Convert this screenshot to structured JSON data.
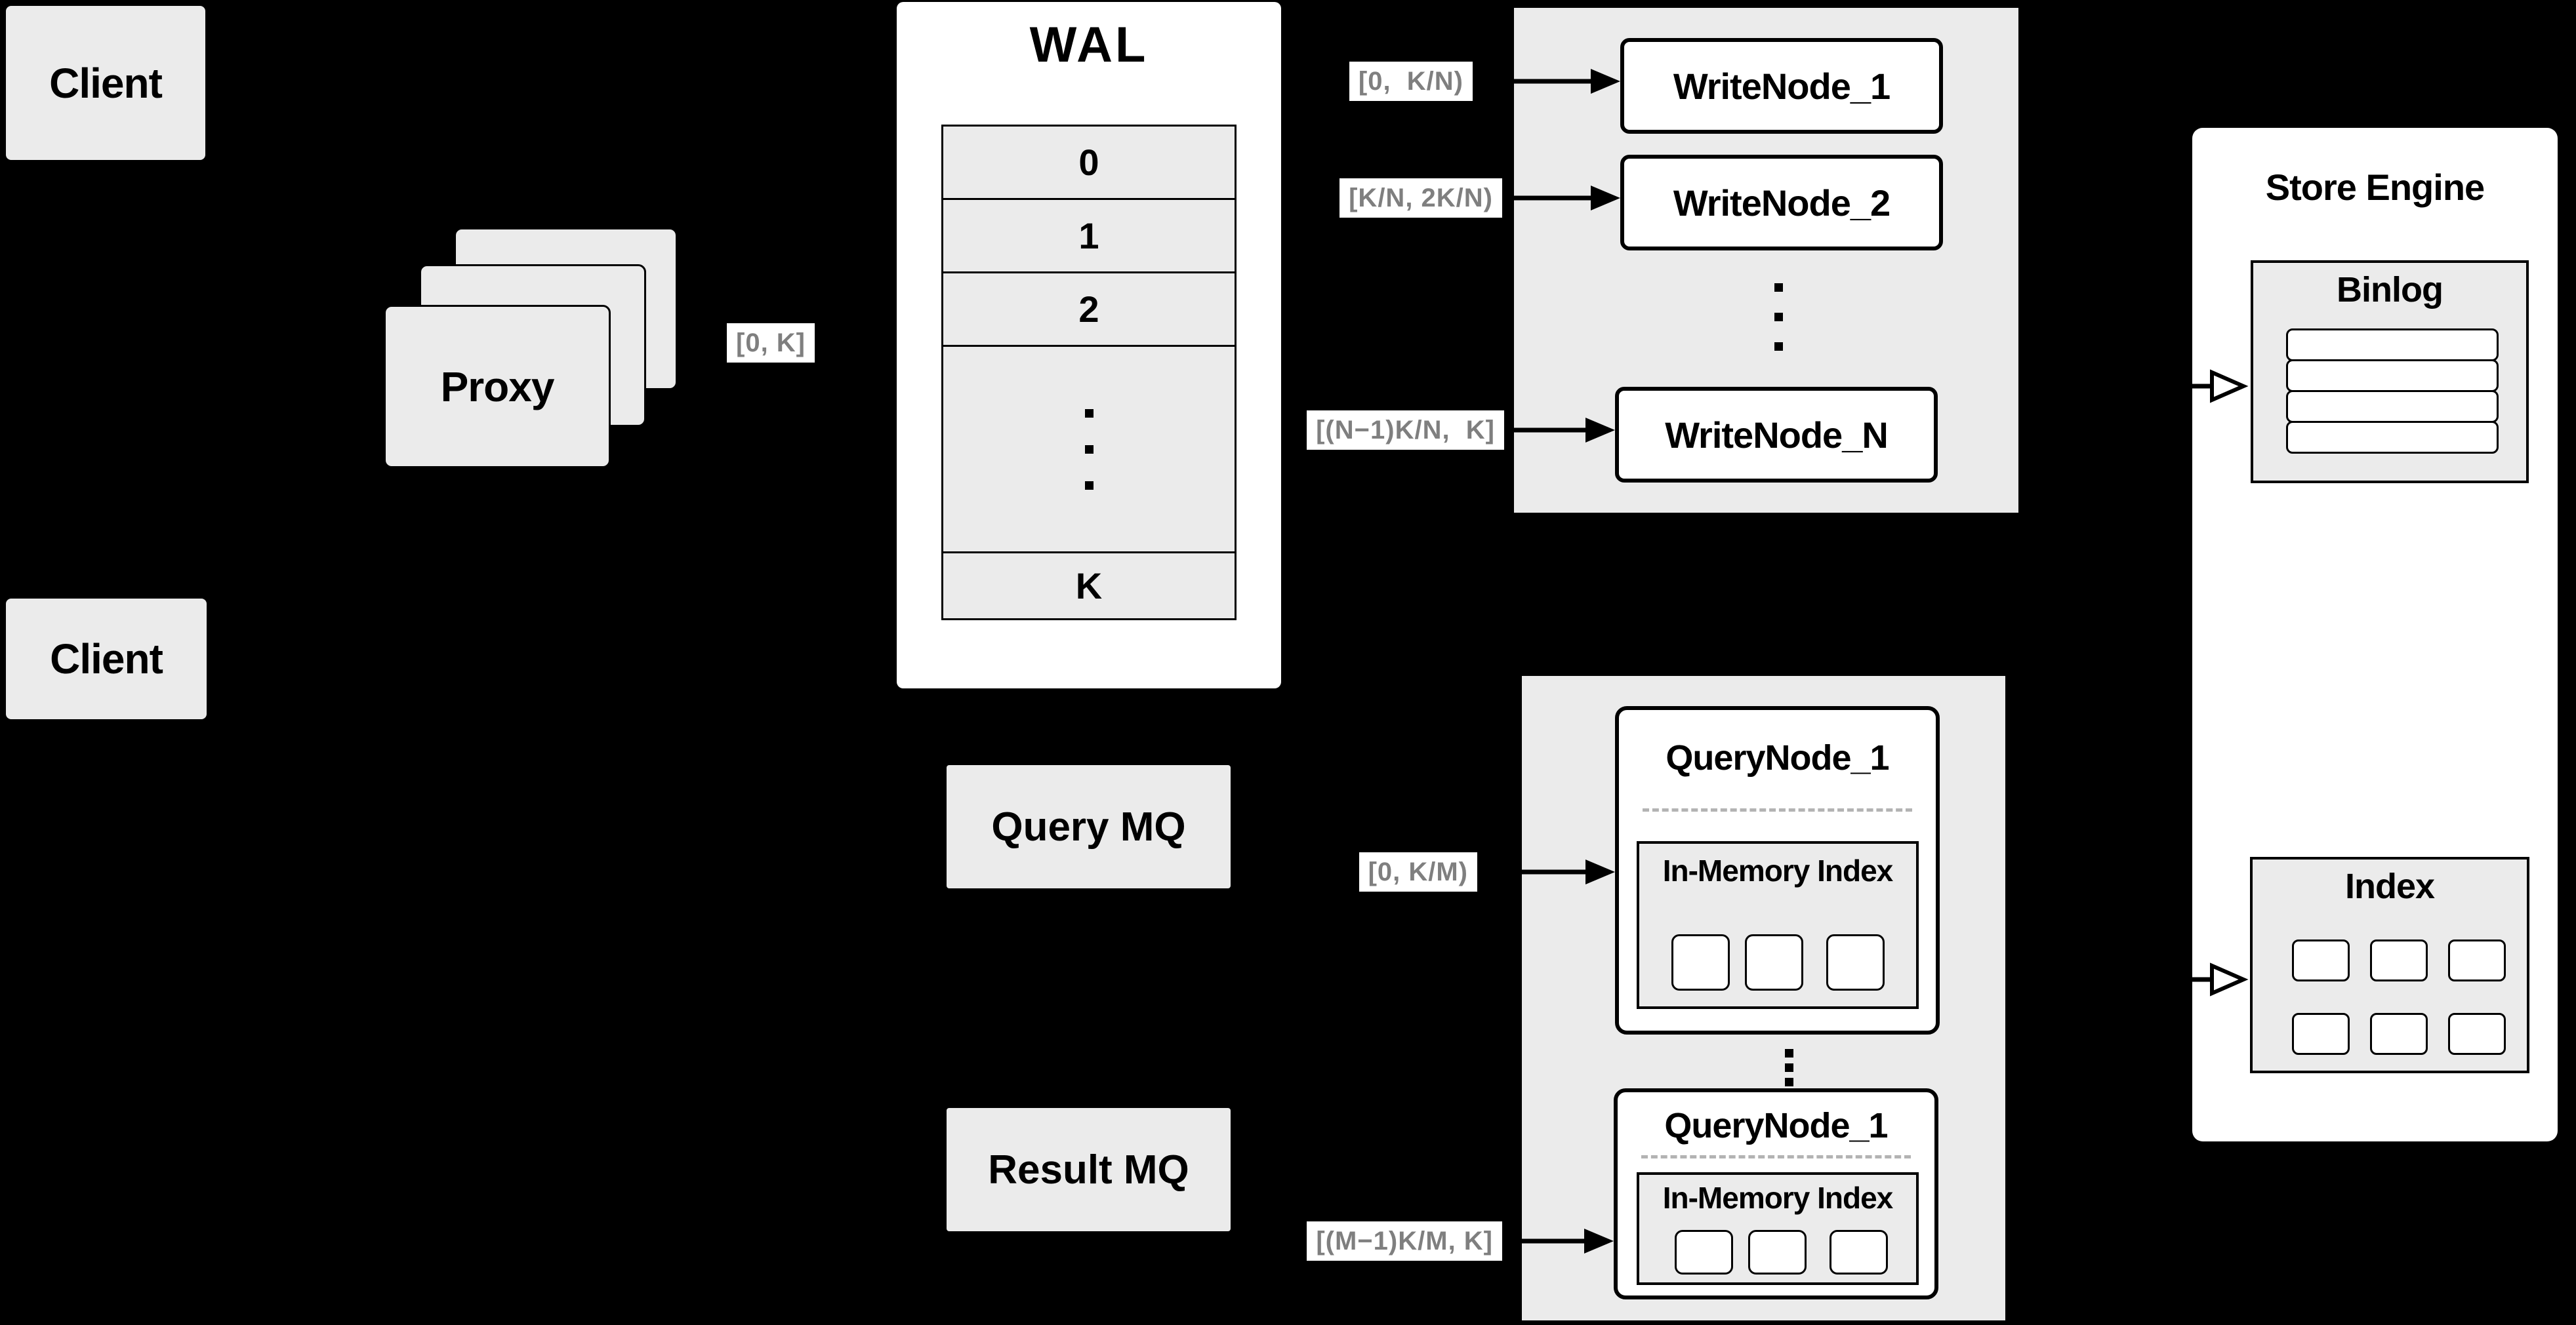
{
  "diagram": {
    "clients": {
      "top_label": "Client",
      "bottom_label": "Client"
    },
    "proxy": {
      "label": "Proxy"
    },
    "wal": {
      "title": "WAL",
      "rows": [
        "0",
        "1",
        "2"
      ],
      "last_row": "K"
    },
    "edge_labels": {
      "proxy_to_wal": "[0, K]",
      "write_1": "[0,  K/N)",
      "write_2": "[K/N, 2K/N)",
      "write_n": "[(N−1)K/N,  K]",
      "query_1": "[0, K/M)",
      "query_m": "[(M−1)K/M, K]"
    },
    "write_nodes": {
      "node_1": "WriteNode_1",
      "node_2": "WriteNode_2",
      "node_n": "WriteNode_N"
    },
    "mq": {
      "query": "Query MQ",
      "result": "Result MQ"
    },
    "query_nodes": {
      "top_title": "QueryNode_1",
      "bottom_title": "QueryNode_1",
      "inner_title_top": "In-Memory Index",
      "inner_title_bottom": "In-Memory Index"
    },
    "store_engine": {
      "title": "Store Engine",
      "binlog_title": "Binlog",
      "index_title": "Index"
    },
    "colors": {
      "background": "#000000",
      "panel_gray": "#ebebeb",
      "panel_white": "#ffffff",
      "border_black": "#000000",
      "label_text_gray": "#7f7f7f",
      "dashed_separator": "#b3b3b3"
    }
  }
}
